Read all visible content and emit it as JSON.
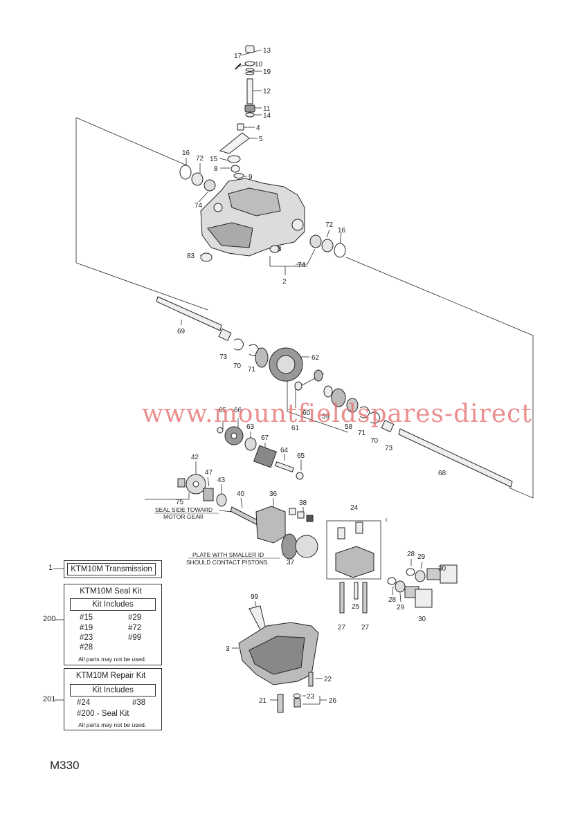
{
  "callouts": {
    "c13": "13",
    "c17": "17",
    "c10": "10",
    "c19": "19",
    "c12": "12",
    "c11": "11",
    "c14": "14",
    "c4": "4",
    "c5": "5",
    "c16a": "16",
    "c72a": "72",
    "c15": "15",
    "c8a": "8",
    "c9": "9",
    "c74a": "74",
    "c72b": "72",
    "c16b": "16",
    "c8b": "8",
    "c83": "83",
    "c74b": "74",
    "c2": "2",
    "c69": "69",
    "c73a": "73",
    "c70a": "70",
    "c71a": "71",
    "c62": "62",
    "c60": "60",
    "c59": "59",
    "c61": "61",
    "c58": "58",
    "c71b": "71",
    "c70b": "70",
    "c73b": "73",
    "c65a": "65",
    "c66": "66",
    "c63": "63",
    "c67": "67",
    "c64": "64",
    "c65b": "65",
    "c68": "68",
    "c42": "42",
    "c47": "47",
    "c43": "43",
    "c75": "75",
    "c40": "40",
    "c36": "36",
    "c38": "38",
    "c24": "24",
    "c37": "37",
    "c28a": "28",
    "c29a": "29",
    "c30a": "30",
    "c28b": "28",
    "c29b": "29",
    "c30b": "30",
    "c99": "99",
    "c25": "25",
    "c27a": "27",
    "c27b": "27",
    "c3": "3",
    "c22": "22",
    "c21": "21",
    "c23": "23",
    "c26": "26"
  },
  "notes": {
    "seal_line1": "SEAL SIDE TOWARD",
    "seal_line2": "MOTOR GEAR",
    "plate_line1": "PLATE WITH SMALLER ID",
    "plate_line2": "SHOULD CONTACT PISTONS."
  },
  "watermark": "www.mountfieldspares-direct",
  "transmission_box": {
    "ref": "1",
    "title": "KTM10M Transmission"
  },
  "seal_kit": {
    "ref": "200",
    "title": "KTM10M Seal Kit",
    "includes_label": "Kit Includes",
    "items": [
      "#15",
      "#29",
      "#19",
      "#72",
      "#23",
      "#99",
      "#28"
    ],
    "footnote": "All parts may not be used."
  },
  "repair_kit": {
    "ref": "201",
    "title": "KTM10M Repair Kit",
    "includes_label": "Kit Includes",
    "items": [
      "#24",
      "#38",
      "#200 - Seal Kit"
    ],
    "footnote": "All parts may not be used."
  },
  "page_code": "M330",
  "colors": {
    "line": "#222222",
    "part_fill": "#f2f2f2",
    "part_dark": "#555555",
    "watermark": "#e57373"
  }
}
